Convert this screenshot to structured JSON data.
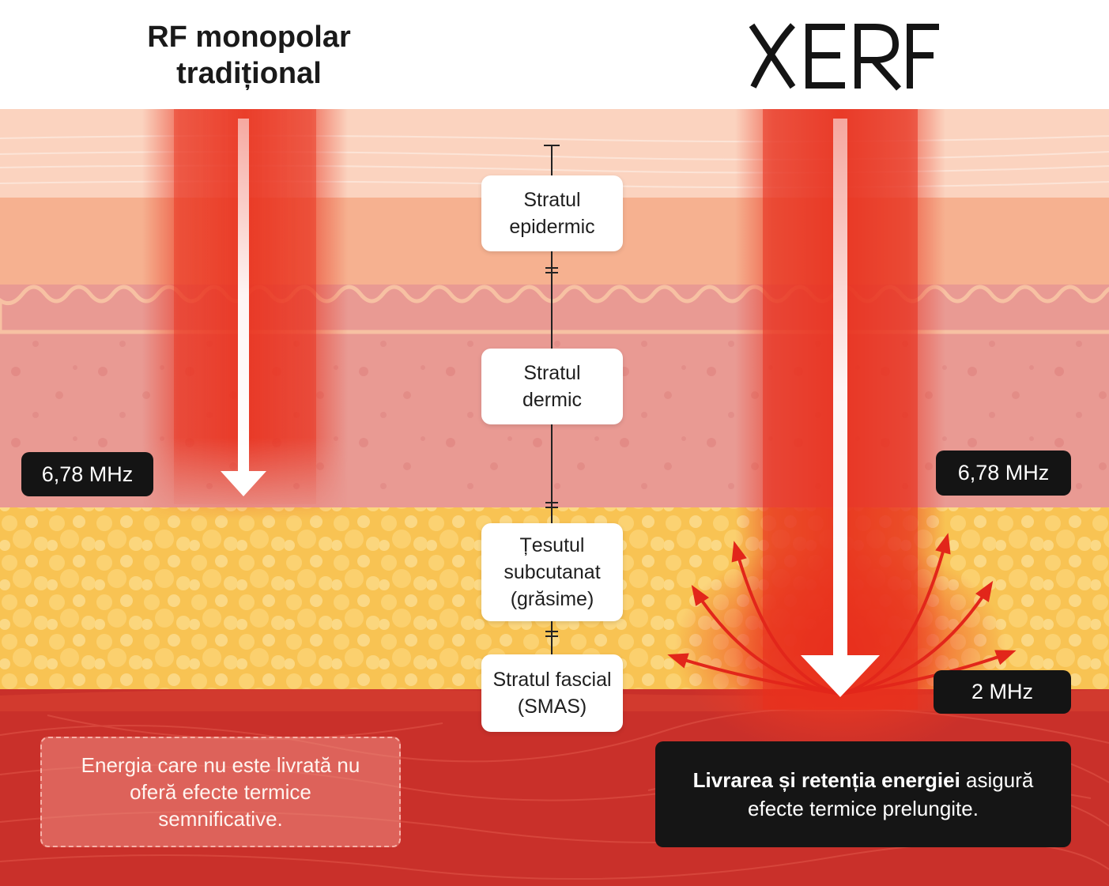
{
  "header": {
    "left_title_line1": "RF monopolar",
    "left_title_line2": "tradițional",
    "brand_logo": "XERF"
  },
  "layers": [
    {
      "label": "Stratul\nepidermic"
    },
    {
      "label": "Stratul\ndermic"
    },
    {
      "label": "Țesutul\nsubcutanat\n(grăsime)"
    },
    {
      "label": "Stratul fascial\n(SMAS)"
    }
  ],
  "left_side": {
    "frequency_badge": "6,78 MHz",
    "note": "Energia care nu este livrată nu oferă efecte termice semnificative."
  },
  "right_side": {
    "frequency_badge_upper": "6,78 MHz",
    "frequency_badge_lower": "2 MHz",
    "note_bold": "Livrarea și retenția energiei",
    "note_rest": " asigură efecte termice prelungite."
  },
  "colors": {
    "epidermis_top": "#fbd3bf",
    "epidermis": "#f6b190",
    "dermis": "#e99a93",
    "fat": "#f8c353",
    "fascia": "#c9302a",
    "energy_beam": "#e8301d",
    "badge_bg": "#141414"
  }
}
